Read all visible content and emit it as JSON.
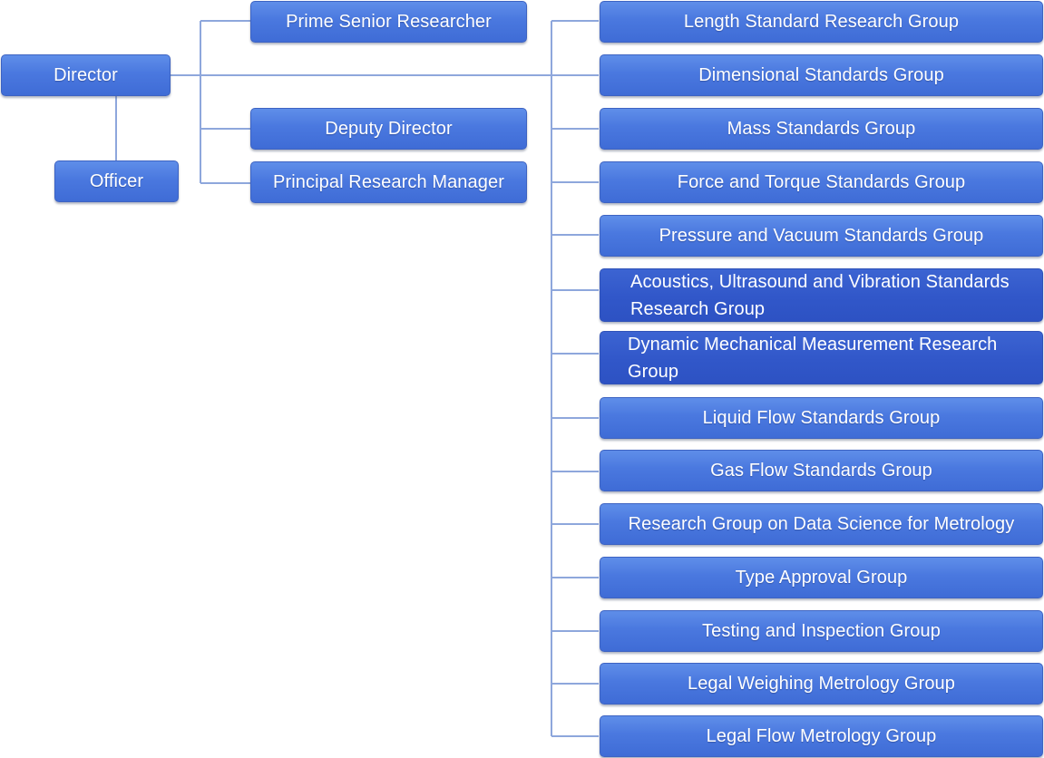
{
  "leadership": {
    "director": "Director",
    "officer": "Officer",
    "prime_senior_researcher": "Prime Senior Researcher",
    "deputy_director": "Deputy Director",
    "principal_research_manager": "Principal Research Manager"
  },
  "groups": [
    "Length Standard Research Group",
    "Dimensional Standards Group",
    "Mass Standards Group",
    "Force and Torque Standards Group",
    "Pressure and Vacuum Standards Group",
    "Acoustics, Ultrasound and Vibration Standards Research Group",
    "Dynamic Mechanical Measurement Research Group",
    "Liquid Flow Standards Group",
    "Gas Flow Standards Group",
    "Research Group on Data Science for Metrology",
    "Type Approval Group",
    "Testing and Inspection Group",
    "Legal Weighing Metrology Group",
    "Legal Flow Metrology Group"
  ],
  "colors": {
    "box_fill": "#4a78df",
    "box_fill_dark": "#3157c9",
    "connector": "#8ea7dc",
    "text": "#ffffff"
  }
}
